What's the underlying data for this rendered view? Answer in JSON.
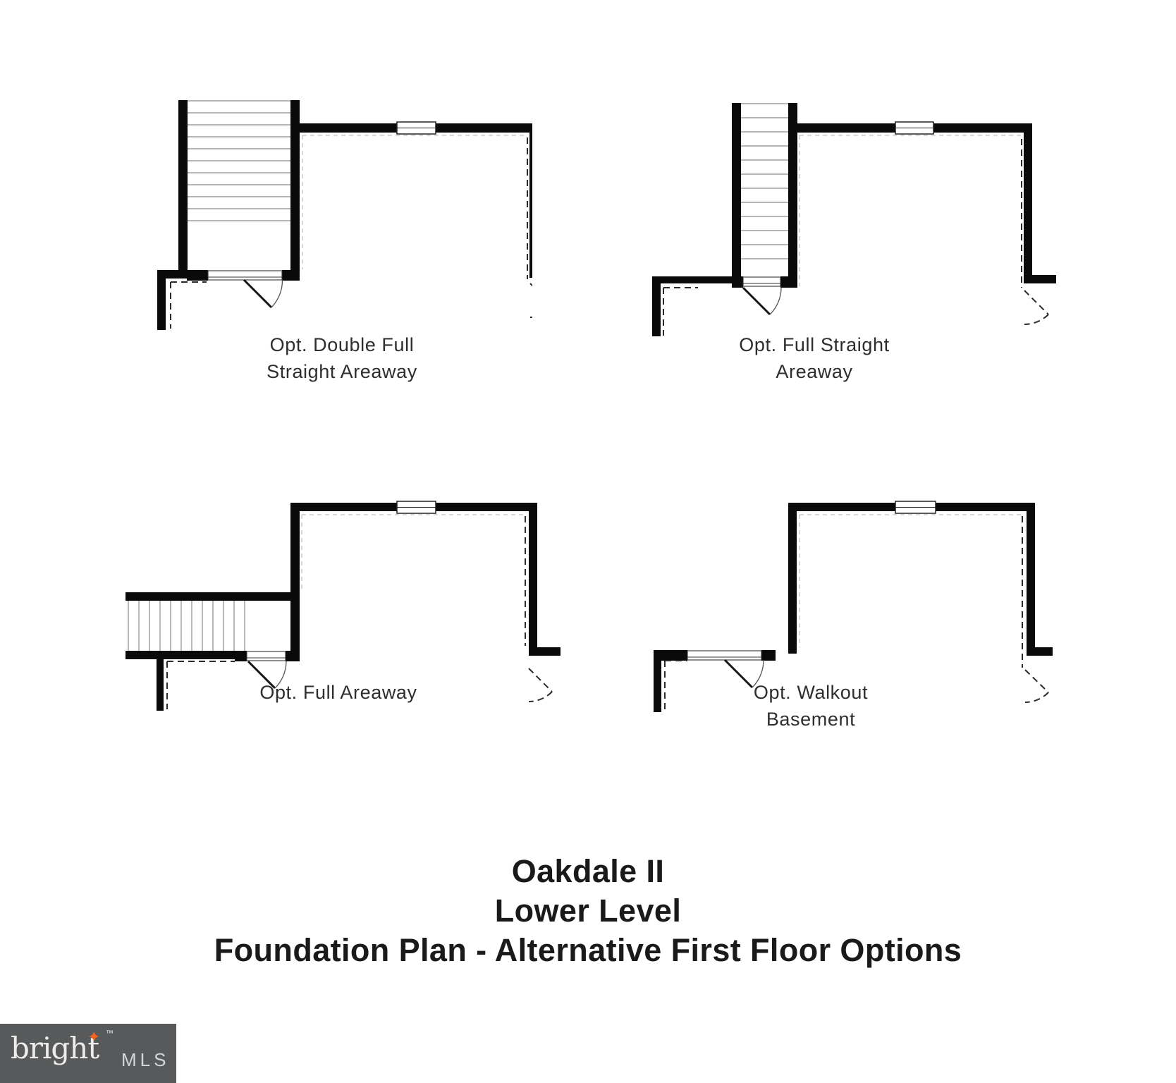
{
  "plans": [
    {
      "id": "double-full-straight-areaway",
      "label": [
        "Opt. Double Full",
        "Straight Areaway"
      ]
    },
    {
      "id": "full-straight-areaway",
      "label": [
        "Opt. Full Straight",
        "Areaway"
      ]
    },
    {
      "id": "full-areaway",
      "label": [
        "Opt. Full Areaway"
      ]
    },
    {
      "id": "walkout-basement",
      "label": [
        "Opt. Walkout",
        "Basement"
      ]
    }
  ],
  "title": {
    "line1": "Oakdale II",
    "line2": "Lower Level",
    "line3": "Foundation Plan - Alternative First Floor Options"
  },
  "logo": {
    "brand": "bright",
    "tm": "™",
    "suffix": "MLS"
  },
  "colors": {
    "wall": "#0a0a0a",
    "logo_bar": "#58595b",
    "logo_star": "#f26322",
    "label_text": "#2e2e2e",
    "title_text": "#1a1a1a"
  }
}
